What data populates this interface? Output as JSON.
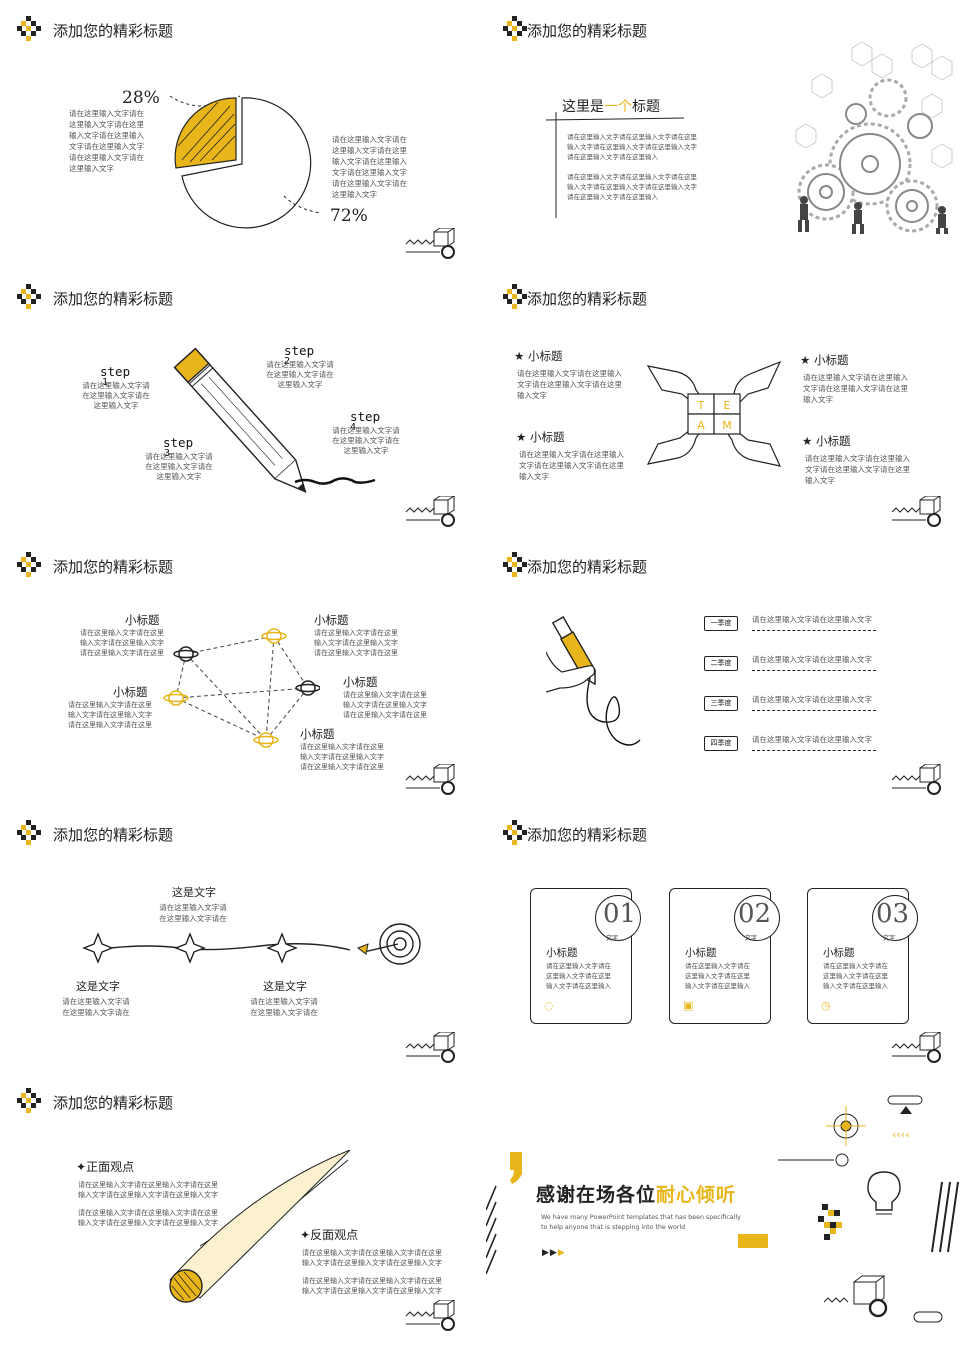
{
  "colors": {
    "accent": "#e8b51a",
    "ink": "#222222",
    "text": "#555555"
  },
  "slides": {
    "s1": {
      "title": "添加您的精彩标题",
      "pct1": "28%",
      "pct2": "72%",
      "text_left": "请在这里输入文字请在\n这里输入文字请在这里\n输入文字请在这里输入\n文字请在这里输入文字\n请在这里输入文字请在\n这里输入文字",
      "text_right": "请在这里输入文字请在\n这里输入文字请在这里\n输入文字请在这里输入\n文字请在这里输入文字\n请在这里输入文字请在\n这里输入文字"
    },
    "s2": {
      "title": "添加您的精彩标题",
      "heading_a": "这里是",
      "heading_b": "一个",
      "heading_c": "标题",
      "para1": "请在这里输入文字请在这里输入文字请在这里\n输入文字请在这里输入文字请在这里输入文字\n请在这里输入文字请在这里输入",
      "para2": "请在这里输入文字请在这里输入文字请在这里\n输入文字请在这里输入文字请在这里输入文字\n请在这里输入文字请在这里输入"
    },
    "s3": {
      "title": "添加您的精彩标题",
      "steps": [
        {
          "label": "step",
          "num": "1",
          "text": "请在这里输入文字请\n在这里输入文字请在\n这里输入文字"
        },
        {
          "label": "step",
          "num": "2",
          "text": "请在这里输入文字请\n在这里输入文字请在\n这里输入文字"
        },
        {
          "label": "step",
          "num": "3",
          "text": "请在这里输入文字请\n在这里输入文字请在\n这里输入文字"
        },
        {
          "label": "step",
          "num": "4",
          "text": "请在这里输入文字请\n在这里输入文字请在\n这里输入文字"
        }
      ]
    },
    "s4": {
      "title": "添加您的精彩标题",
      "items": [
        {
          "heading": "小标题",
          "text": "请在这里输入文字请在这里输入\n文字请在这里输入文字请在这里\n输入文字"
        },
        {
          "heading": "小标题",
          "text": "请在这里输入文字请在这里输入\n文字请在这里输入文字请在这里\n输入文字"
        },
        {
          "heading": "小标题",
          "text": "请在这里输入文字请在这里输入\n文字请在这里输入文字请在这里\n输入文字"
        },
        {
          "heading": "小标题",
          "text": "请在这里输入文字请在这里输入\n文字请在这里输入文字请在这里\n输入文字"
        }
      ],
      "letters": [
        "T",
        "E",
        "A",
        "M"
      ]
    },
    "s5": {
      "title": "添加您的精彩标题",
      "items": [
        {
          "heading": "小标题",
          "text": "请在这里输入文字请在这里\n输入文字请在这里输入文字\n请在这里输入文字请在这里"
        },
        {
          "heading": "小标题",
          "text": "请在这里输入文字请在这里\n输入文字请在这里输入文字\n请在这里输入文字请在这里"
        },
        {
          "heading": "小标题",
          "text": "请在这里输入文字请在这里\n输入文字请在这里输入文字\n请在这里输入文字请在这里"
        },
        {
          "heading": "小标题",
          "text": "请在这里输入文字请在这里\n输入文字请在这里输入文字\n请在这里输入文字请在这里"
        },
        {
          "heading": "小标题",
          "text": "请在这里输入文字请在这里\n输入文字请在这里输入文字\n请在这里输入文字请在这里"
        }
      ]
    },
    "s6": {
      "title": "添加您的精彩标题",
      "rows": [
        {
          "label": "一季度",
          "text": "请在这里输入文字请在这里输入文字"
        },
        {
          "label": "二季度",
          "text": "请在这里输入文字请在这里输入文字"
        },
        {
          "label": "三季度",
          "text": "请在这里输入文字请在这里输入文字"
        },
        {
          "label": "四季度",
          "text": "请在这里输入文字请在这里输入文字"
        }
      ]
    },
    "s7": {
      "title": "添加您的精彩标题",
      "top": {
        "heading": "这是文字",
        "text": "请在这里输入文字请\n在这里输入文字请在"
      },
      "left": {
        "heading": "这是文字",
        "text": "请在这里输入文字请\n在这里输入文字请在"
      },
      "mid": {
        "heading": "这是文字",
        "text": "请在这里输入文字请\n在这里输入文字请在"
      }
    },
    "s8": {
      "title": "添加您的精彩标题",
      "cards": [
        {
          "num": "01",
          "tag": "文字",
          "heading": "小标题",
          "text": "请在这里输入文字请在\n这里输入文字请在这里\n输入文字请在这里输入"
        },
        {
          "num": "02",
          "tag": "文字",
          "heading": "小标题",
          "text": "请在这里输入文字请在\n这里输入文字请在这里\n输入文字请在这里输入"
        },
        {
          "num": "03",
          "tag": "文字",
          "heading": "小标题",
          "text": "请在这里输入文字请在\n这里输入文字请在这里\n输入文字请在这里输入"
        }
      ]
    },
    "s9": {
      "title": "添加您的精彩标题",
      "pos": {
        "heading": "正面观点",
        "text1": "请在这里输入文字请在这里输入文字请在这里\n输入文字请在这里输入文字请在这里输入文字",
        "text2": "请在这里输入文字请在这里输入文字请在这里\n输入文字请在这里输入文字请在这里输入文字"
      },
      "neg": {
        "heading": "反面观点",
        "text1": "请在这里输入文字请在这里输入文字请在这里\n输入文字请在这里输入文字请在这里输入文字",
        "text2": "请在这里输入文字请在这里输入文字请在这里\n输入文字请在这里输入文字请在这里输入文字"
      }
    },
    "s10": {
      "thanks_a": "感谢在场各位",
      "thanks_b": "耐心倾听",
      "english": "We have many PowerPoint templates that has been specifically\nto help anyone that is stepping into the world"
    }
  }
}
